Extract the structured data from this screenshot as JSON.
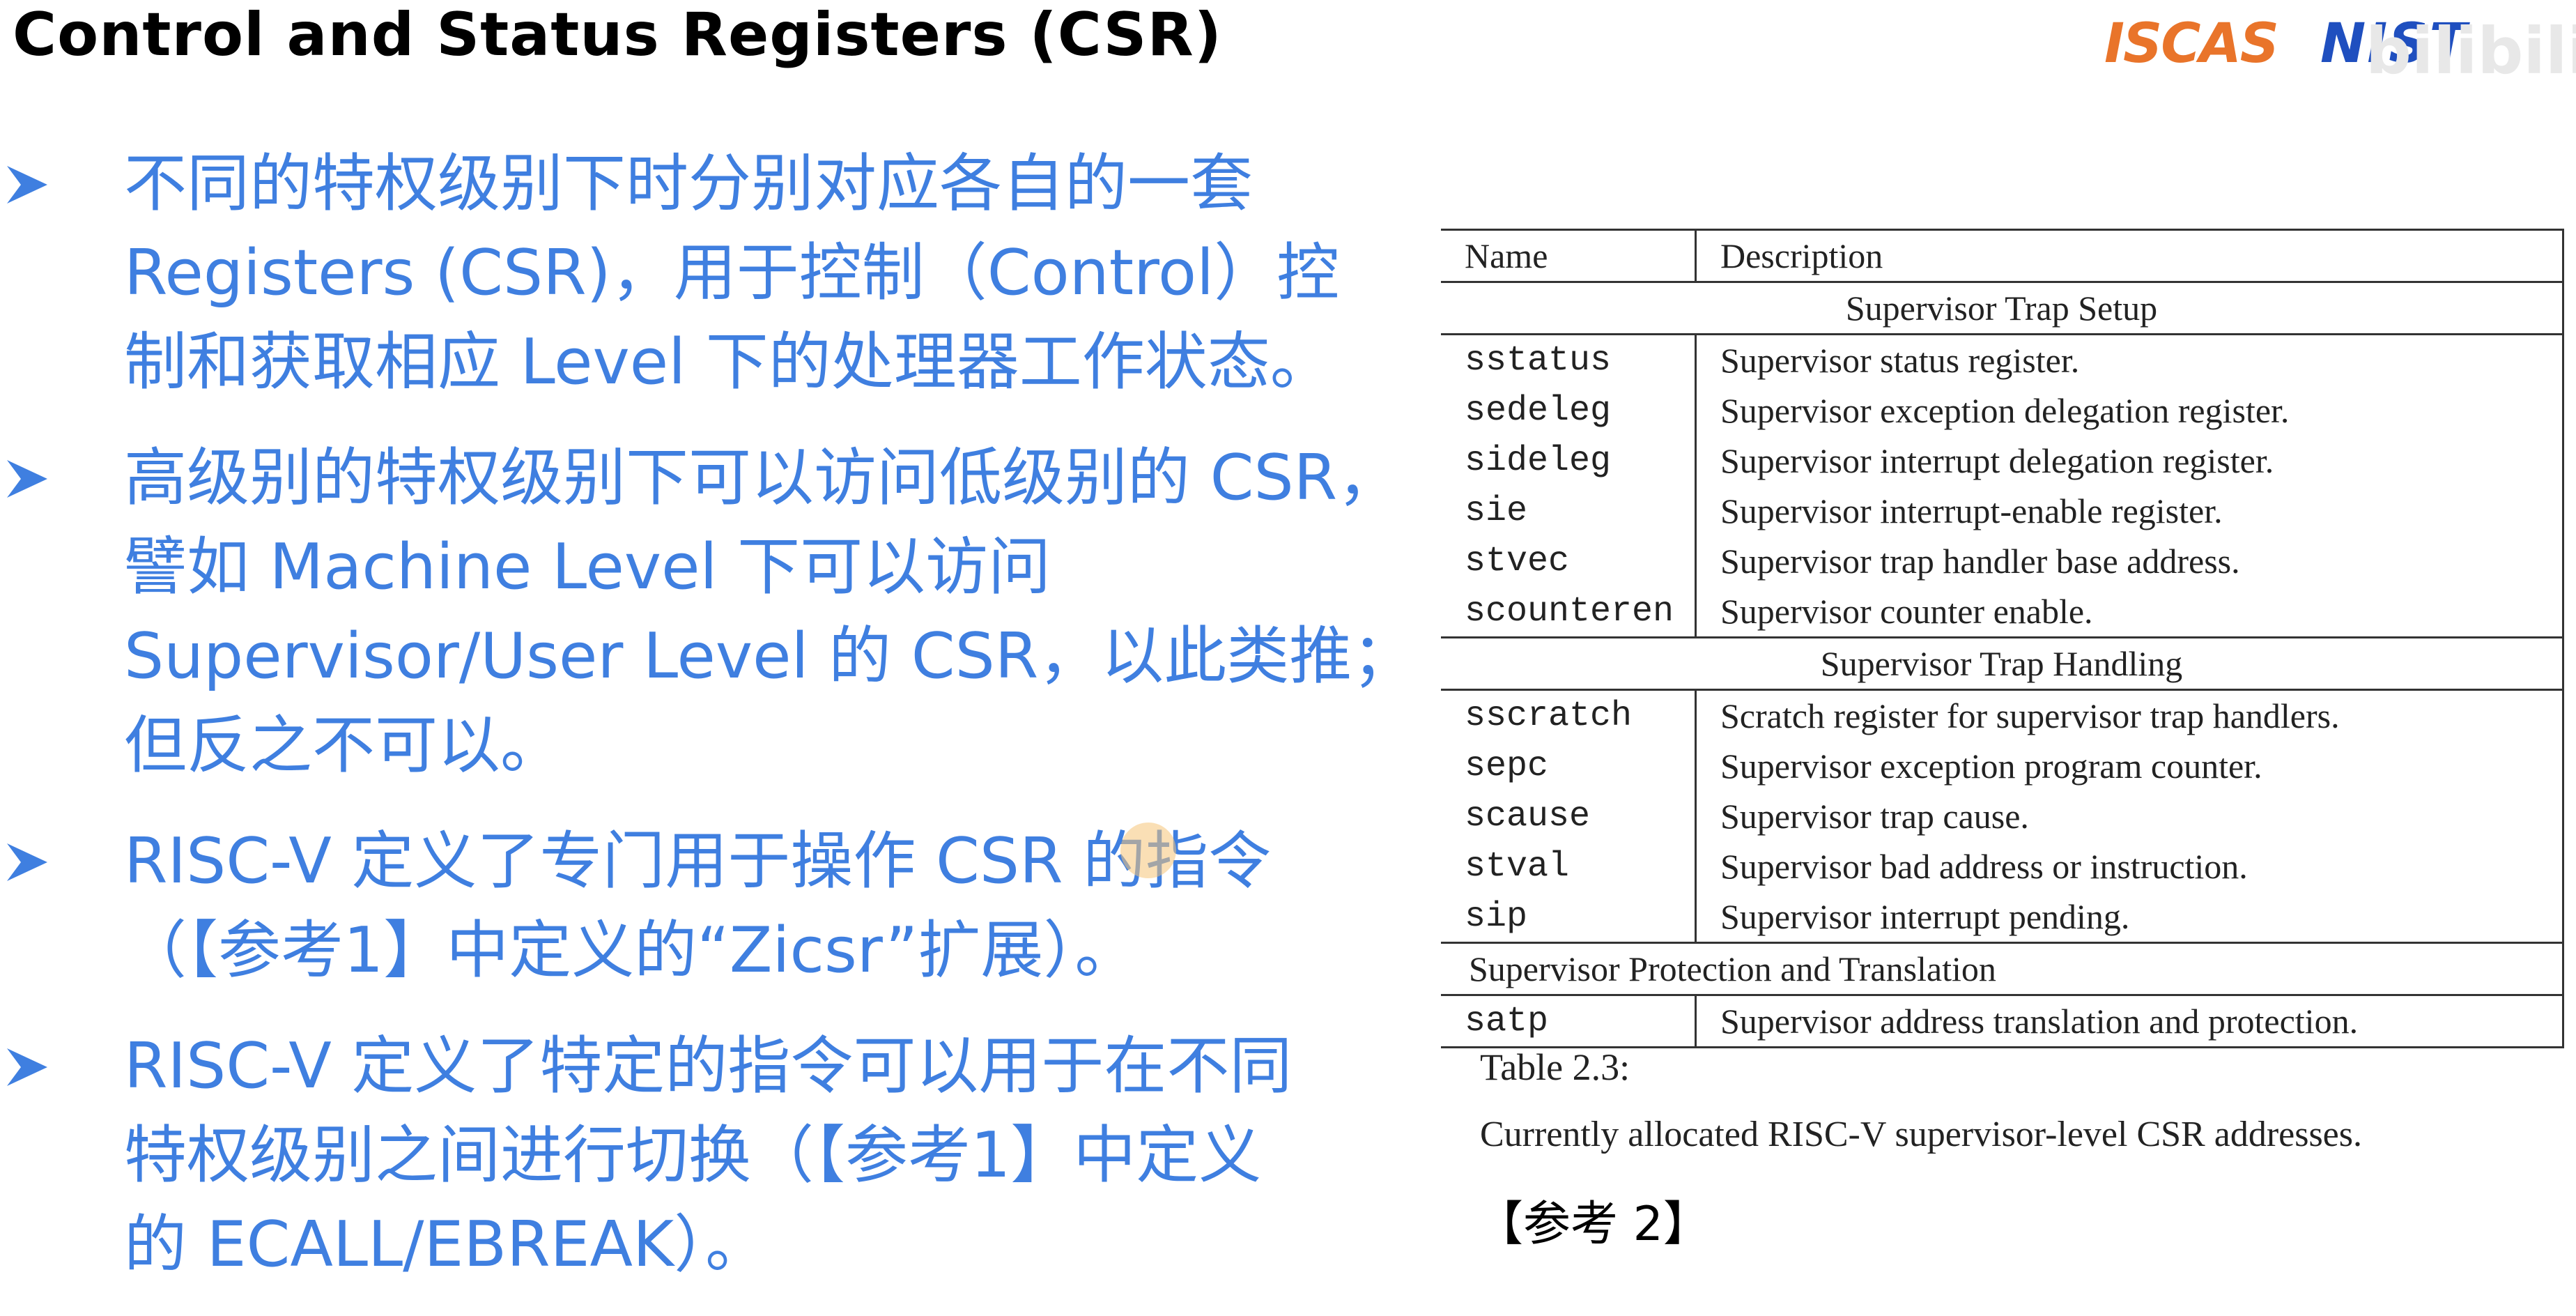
{
  "slide": {
    "title": "Control and Status Registers (CSR)",
    "logos": {
      "iscas": "ISCAS",
      "nist": "NIST",
      "watermark": "bilibili"
    },
    "bullets": [
      {
        "lines": [
          "不同的特权级别下时分别对应各自的一套",
          "Registers (CSR)，用于控制（Control）控",
          "制和获取相应 Level 下的处理器工作状态。"
        ]
      },
      {
        "lines": [
          "高级别的特权级别下可以访问低级别的 CSR，",
          "譬如 Machine Level 下可以访问",
          "Supervisor/User Level 的 CSR，以此类推；",
          "但反之不可以。"
        ]
      },
      {
        "lines": [
          "RISC-V 定义了专门用于操作 CSR 的指令",
          "（【参考1】中定义的“Zicsr”扩展）。"
        ]
      },
      {
        "lines": [
          "RISC-V 定义了特定的指令可以用于在不同",
          "特权级别之间进行切换（【参考1】中定义",
          "的 ECALL/EBREAK）。"
        ]
      }
    ],
    "colors": {
      "bullet_text": "#3f7fe0",
      "arrow": "#3f7fe0",
      "logo_iscas": "#e9742a",
      "logo_nist": "#1f4fbf"
    },
    "icons": {
      "bullet": "arrowhead-bullet-icon"
    }
  },
  "table": {
    "headers": {
      "name": "Name",
      "description": "Description"
    },
    "sections": [
      {
        "title": "Supervisor Trap Setup",
        "rows": [
          {
            "name": "sstatus",
            "desc": "Supervisor status register."
          },
          {
            "name": "sedeleg",
            "desc": "Supervisor exception delegation register."
          },
          {
            "name": "sideleg",
            "desc": "Supervisor interrupt delegation register."
          },
          {
            "name": "sie",
            "desc": "Supervisor interrupt-enable register."
          },
          {
            "name": "stvec",
            "desc": "Supervisor trap handler base address."
          },
          {
            "name": "scounteren",
            "desc": "Supervisor counter enable."
          }
        ]
      },
      {
        "title": "Supervisor Trap Handling",
        "rows": [
          {
            "name": "sscratch",
            "desc": "Scratch register for supervisor trap handlers."
          },
          {
            "name": "sepc",
            "desc": "Supervisor exception program counter."
          },
          {
            "name": "scause",
            "desc": "Supervisor trap cause."
          },
          {
            "name": "stval",
            "desc": "Supervisor bad address or instruction."
          },
          {
            "name": "sip",
            "desc": "Supervisor interrupt pending."
          }
        ]
      },
      {
        "title": "Supervisor Protection and Translation",
        "rows": [
          {
            "name": "satp",
            "desc": "Supervisor address translation and protection."
          }
        ]
      }
    ],
    "caption_label": "Table 2.3:",
    "caption_text": "Currently allocated RISC-V supervisor-level CSR addresses.",
    "reference": "【参考 2】"
  }
}
